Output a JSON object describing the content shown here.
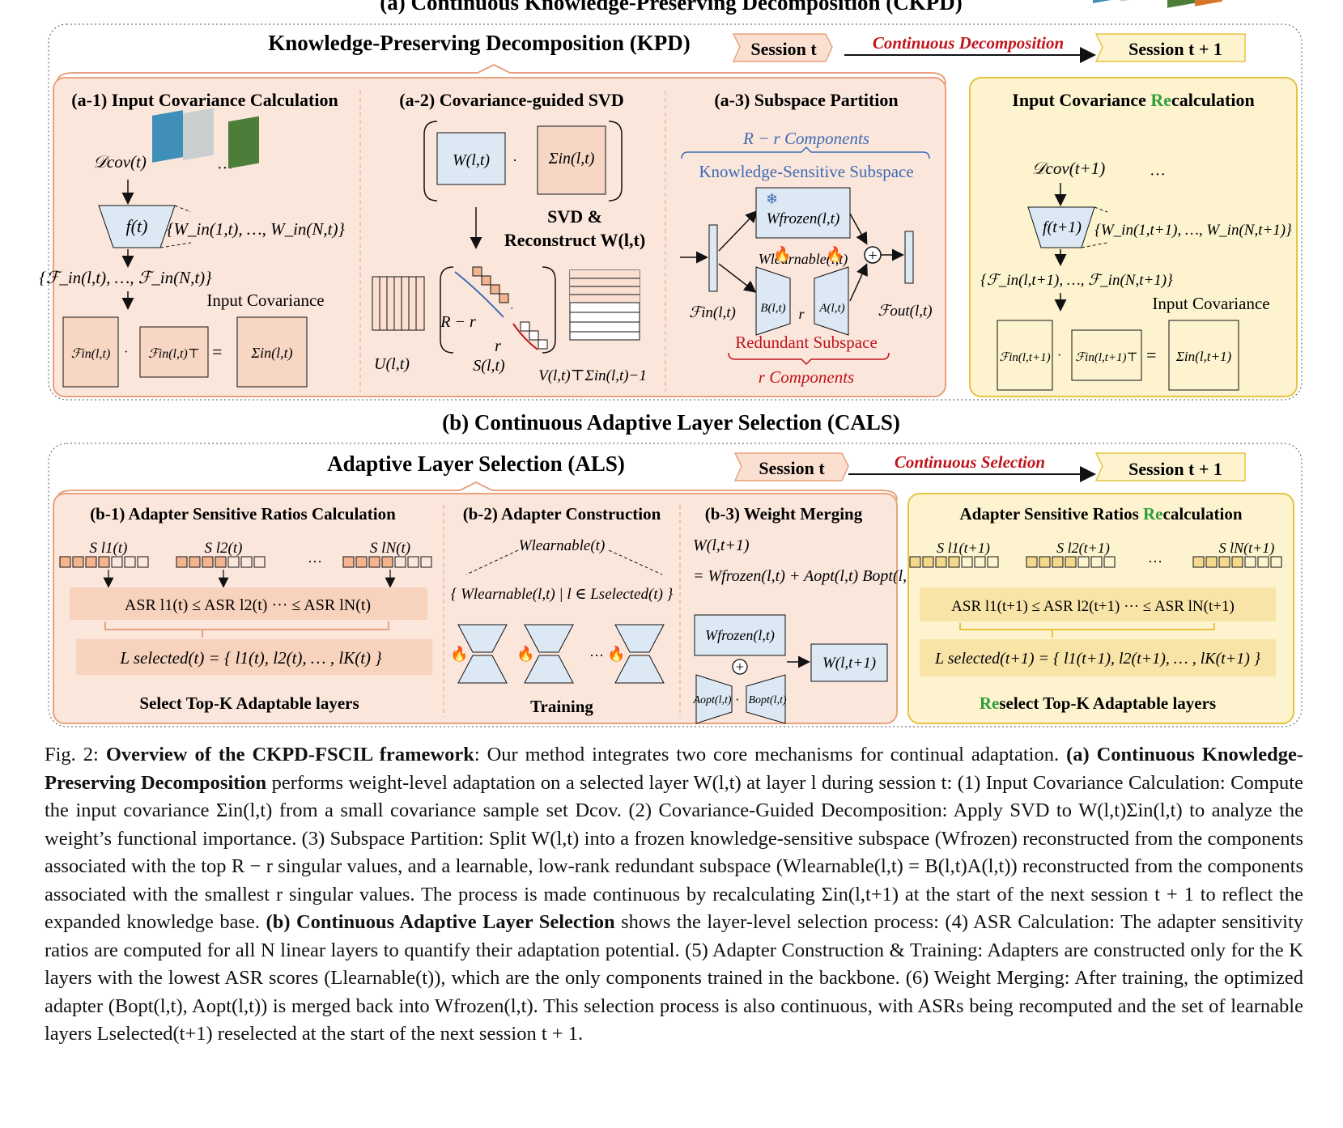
{
  "part_a": {
    "title": "(a) Continuous Knowledge-Preserving Decomposition (CKPD)",
    "kpd_title": "Knowledge-Preserving Decomposition (KPD)",
    "session_t": "Session t",
    "arrow_label": "Continuous Decomposition",
    "session_t1": "Session t + 1",
    "a1": {
      "title": "(a-1) Input Covariance Calculation",
      "dcov": "𝒟cov(t)",
      "f": "f(t)",
      "weights": "{W_in(1,t), …, W_in(N,t)}",
      "features": "{ℱ_in(l,t), …, ℱ_in(N,t)}",
      "input_cov": "Input Covariance",
      "m1": "ℱin(l,t)",
      "m2": "ℱin(l,t)⊤",
      "m3": "Σin(l,t)"
    },
    "a2": {
      "title": "(a-2) Covariance-guided SVD",
      "w": "W(l,t)",
      "sigma": "Σin(l,t)",
      "svd1": "SVD &",
      "svd2": "Reconstruct W(l,t)",
      "u": "U(l,t)",
      "s": "S(l,t)",
      "v": "V(l,t)⊤Σin(l,t)−1",
      "rr": "R − r",
      "r": "r"
    },
    "a3": {
      "title": "(a-3) Subspace Partition",
      "top_comp": "R − r Components",
      "ks_sub": "Knowledge-Sensitive Subspace",
      "frozen": "Wfrozen(l,t)",
      "learnable": "Wlearnable(l,t)",
      "fin": "ℱin(l,t)",
      "fout": "ℱout(l,t)",
      "b": "B(l,t)",
      "a": "A(l,t)",
      "r": "r",
      "red_sub": "Redundant Subspace",
      "r_comp": "r Components"
    },
    "recalc": {
      "title_pre": "Input Covariance ",
      "title_re": "Re",
      "title_post": "calculation",
      "dcov": "𝒟cov(t+1)",
      "f": "f(t+1)",
      "weights": "{W_in(1,t+1), …, W_in(N,t+1)}",
      "features": "{ℱ_in(l,t+1), …, ℱ_in(N,t+1)}",
      "input_cov": "Input Covariance",
      "m1": "ℱin(l,t+1)",
      "m2": "ℱin(l,t+1)⊤",
      "m3": "Σin(l,t+1)"
    }
  },
  "part_b": {
    "title": "(b) Continuous Adaptive Layer Selection (CALS)",
    "als_title": "Adaptive Layer Selection (ALS)",
    "session_t": "Session t",
    "arrow_label": "Continuous Selection",
    "session_t1": "Session t + 1",
    "b1": {
      "title": "(b-1) Adapter Sensitive Ratios Calculation",
      "s1": "S l1(t)",
      "s2": "S l2(t)",
      "sn": "S lN(t)",
      "asr": "ASR l1(t)   ≤   ASR l2(t)   ···   ≤ ASR lN(t)",
      "lsel": "L selected(t) = { l1(t), l2(t), … , lK(t) }",
      "foot": "Select Top-K Adaptable layers"
    },
    "b2": {
      "title": "(b-2) Adapter Construction",
      "wl": "Wlearnable(t)",
      "set": "{ Wlearnable(l,t) | l ∈ Lselected(t) }",
      "foot": "Training"
    },
    "b3": {
      "title": "(b-3) Weight Merging",
      "eq1": "W(l,t+1)",
      "eq2": "= Wfrozen(l,t) + Aopt(l,t) Bopt(l,t)",
      "frozen": "Wfrozen(l,t)",
      "result": "W(l,t+1)",
      "aopt": "Aopt(l,t)",
      "bopt": "Bopt(l,t)"
    },
    "recalc": {
      "title_pre": "Adapter Sensitive Ratios ",
      "title_re": "Re",
      "title_post": "calculation",
      "s1": "S l1(t+1)",
      "s2": "S l2(t+1)",
      "sn": "S lN(t+1)",
      "asr": "ASR l1(t+1)   ≤ ASR l2(t+1)   ··· ≤ ASR lN(t+1)",
      "lsel": "L selected(t+1) = { l1(t+1), l2(t+1), … , lK(t+1) }",
      "foot_re": "Re",
      "foot_post": "select Top-K Adaptable layers"
    }
  },
  "caption": {
    "p01": "Fig. 2: ",
    "p02": "Overview of the CKPD-FSCIL framework",
    "p03": ": Our method integrates two core mechanisms for continual adaptation. ",
    "p04": "(a) Continuous Knowledge-Preserving Decomposition",
    "p05": " performs weight-level adaptation on a selected layer W(l,t) at layer l during session t: (1) Input Covariance Calculation: Compute the input covariance Σin(l,t) from a small covariance sample set Dcov. (2) Covariance-Guided Decomposition: Apply SVD to W(l,t)Σin(l,t) to analyze the weight’s functional importance. (3) Subspace Partition: Split W(l,t) into a frozen knowledge-sensitive subspace (Wfrozen) reconstructed from the components associated with the top R − r singular values, and a learnable, low-rank redundant subspace (Wlearnable(l,t) = B(l,t)A(l,t)) reconstructed from the components associated with the smallest r singular values. The process is made continuous by recalculating Σin(l,t+1) at the start of the next session t + 1 to reflect the expanded knowledge base. ",
    "p06": "(b) Continuous Adaptive Layer Selection",
    "p07": " shows the layer-level selection process: (4) ASR Calculation: The adapter sensitivity ratios are computed for all N linear layers to quantify their adaptation potential. (5) Adapter Construction & Training: Adapters are constructed only for the K layers with the lowest ASR scores (Llearnable(t)), which are the only components trained in the backbone. (6) Weight Merging: After training, the optimized adapter (Bopt(l,t), Aopt(l,t)) is merged back into Wfrozen(l,t). This selection process is also continuous, with ASRs being recomputed and the set of learnable layers Lselected(t+1) reselected at the start of the next session t + 1."
  },
  "colors": {
    "peach_bg": "#fbe6dc",
    "peach_border": "#e8a27d",
    "yellow_bg": "#fdf3cf",
    "yellow_border": "#e6c340",
    "blue_box": "#dce9f5",
    "blue_text": "#3d6bb3",
    "red_text": "#c0141b",
    "green_text": "#2e9e3a",
    "orange_square": "#f4b48d"
  }
}
